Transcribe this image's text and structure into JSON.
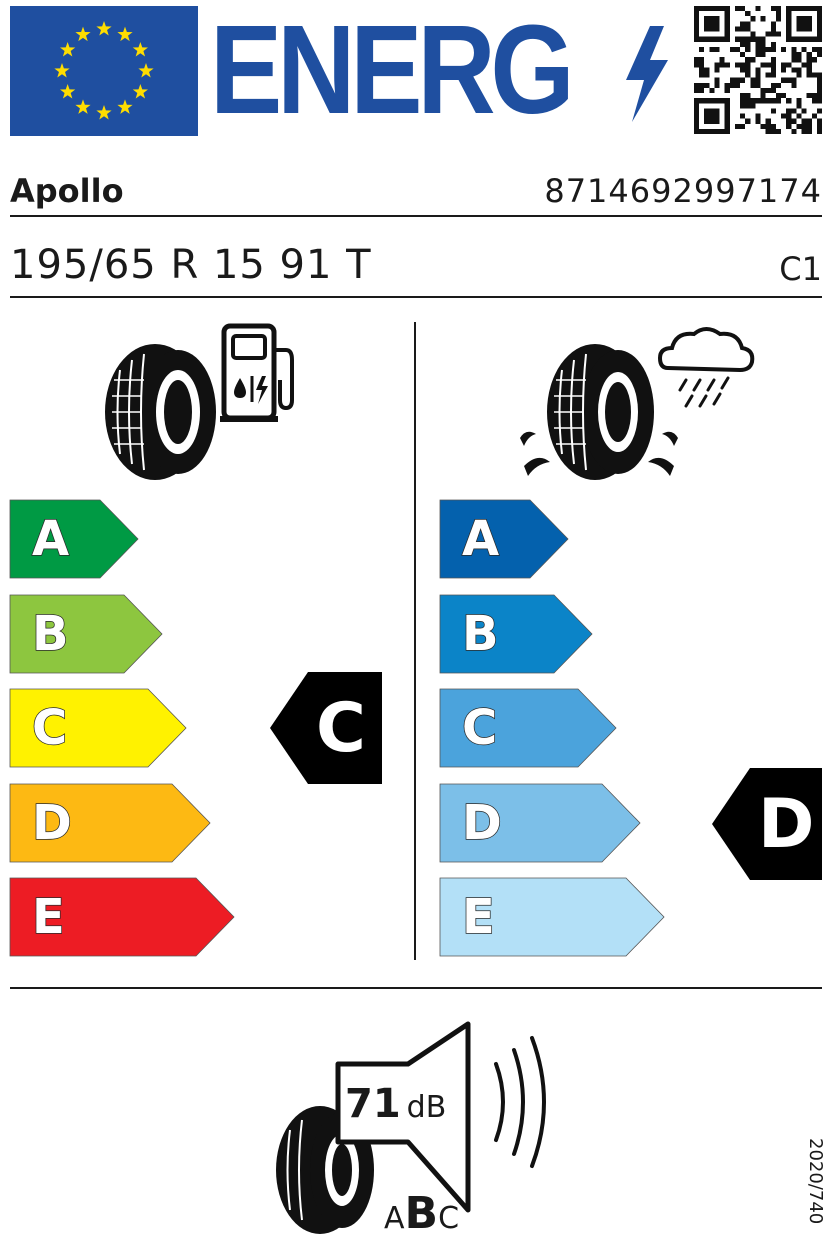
{
  "header": {
    "title": "ENERG",
    "colors": {
      "eu_blue": "#1f4fa0",
      "eu_star": "#ffdd00"
    },
    "icons": [
      "eu-flag-icon",
      "bolt-icon",
      "qr-code-icon"
    ]
  },
  "product": {
    "supplier": "Apollo",
    "ean": "8714692997174",
    "size": "195/65 R 15 91 T",
    "tyre_class": "C1"
  },
  "fuel_efficiency": {
    "icon": "fuel-pump-tyre-icon",
    "classes": [
      {
        "letter": "A",
        "color": "#009a44"
      },
      {
        "letter": "B",
        "color": "#8dc63f"
      },
      {
        "letter": "C",
        "color": "#fff200"
      },
      {
        "letter": "D",
        "color": "#fdb913"
      },
      {
        "letter": "E",
        "color": "#ed1c24"
      }
    ],
    "rating": "C"
  },
  "wet_grip": {
    "icon": "rain-tyre-icon",
    "classes": [
      {
        "letter": "A",
        "color": "#0461ad"
      },
      {
        "letter": "B",
        "color": "#0b84c8"
      },
      {
        "letter": "C",
        "color": "#4ba3dc"
      },
      {
        "letter": "D",
        "color": "#7cbfe8"
      },
      {
        "letter": "E",
        "color": "#b3e0f7"
      }
    ],
    "rating": "D"
  },
  "noise": {
    "value": "71",
    "unit": "dB",
    "class_left": "A",
    "class_selected": "B",
    "class_right": "C",
    "icon": "speaker-tyre-icon"
  },
  "regulation": "2020/740"
}
